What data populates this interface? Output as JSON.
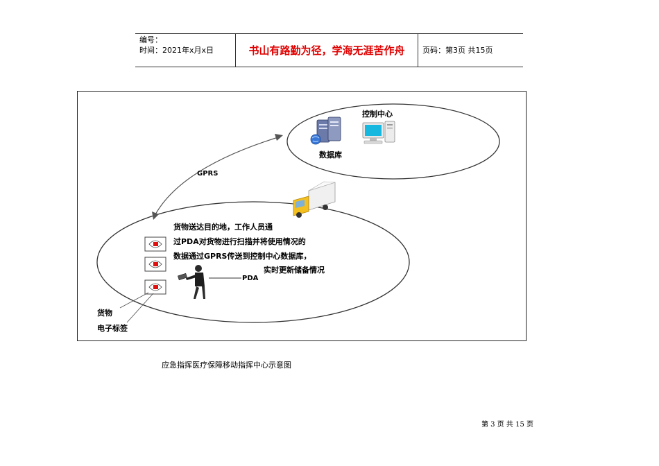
{
  "header": {
    "number_label": "编号：",
    "time_label": "时间：2021年x月x日",
    "motto": "书山有路勤为径，学海无涯苦作舟",
    "page_code": "页码：第3页  共15页"
  },
  "diagram": {
    "control_center": "控制中心",
    "database": "数据库",
    "gprs": "GPRS",
    "description_lines": [
      "货物送达目的地，工作人员通",
      "过PDA对货物进行扫描并将使用情况的",
      "数据通过GPRS传送到控制中心数据库，",
      "实时更新储备情况"
    ],
    "pda": "PDA",
    "goods": "货物",
    "electronic_tag": "电子标签"
  },
  "caption": "应急指挥医疗保障移动指挥中心示意图",
  "footer": "第 3 页 共 15 页",
  "colors": {
    "motto_red": "#e00000",
    "tag_red": "#e01010",
    "truck_yellow": "#f4c020"
  }
}
